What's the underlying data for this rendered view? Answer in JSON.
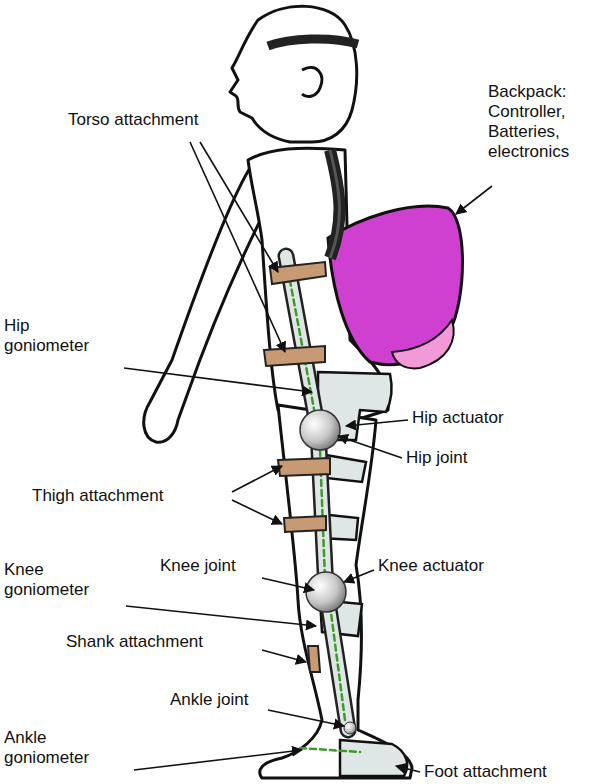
{
  "diagram": {
    "labels": [
      "Torso attachment",
      "Backpack: Controller, Batteries, electronics",
      "Hip goniometer",
      "Hip actuator",
      "Hip joint",
      "Thigh attachment",
      "Knee joint",
      "Knee actuator",
      "Knee goniometer",
      "Shank attachment",
      "Ankle joint",
      "Ankle goniometer",
      "Foot attachment"
    ]
  }
}
